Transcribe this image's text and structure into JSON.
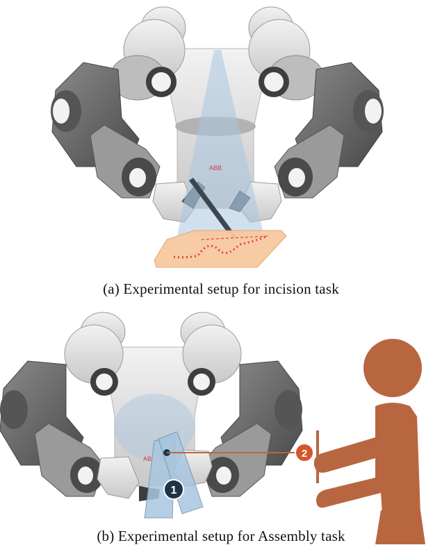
{
  "panel_a": {
    "caption": "(a) Experimental setup for incision task",
    "robot_label": "ABB"
  },
  "panel_b": {
    "caption": "(b) Experimental setup for Assembly task",
    "robot_label": "AB",
    "marker_1": "1",
    "marker_2": "2"
  },
  "colors": {
    "robot_dark": "#6e6e6e",
    "robot_light": "#d9d9d9",
    "camera_cone": "#a9c6e0",
    "tissue_pad": "#f7c9a0",
    "incision_dots": "#e0403a",
    "human_figure": "#b8663f",
    "marker_dark": "#1f3448",
    "marker_orange": "#d2572a"
  }
}
